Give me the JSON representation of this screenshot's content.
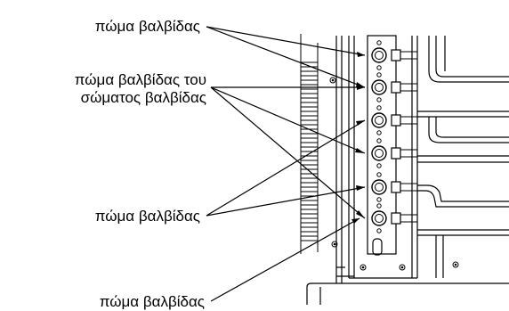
{
  "labels": {
    "valve_cap_top": "πώμα βαλβίδας",
    "valve_body_cap_line1": "πώμα βαλβίδας του",
    "valve_body_cap_line2": "σώματος βαλβίδας",
    "valve_cap_middle": "πώμα βαλβίδας",
    "valve_cap_bottom": "πώμα βαλβίδας"
  }
}
